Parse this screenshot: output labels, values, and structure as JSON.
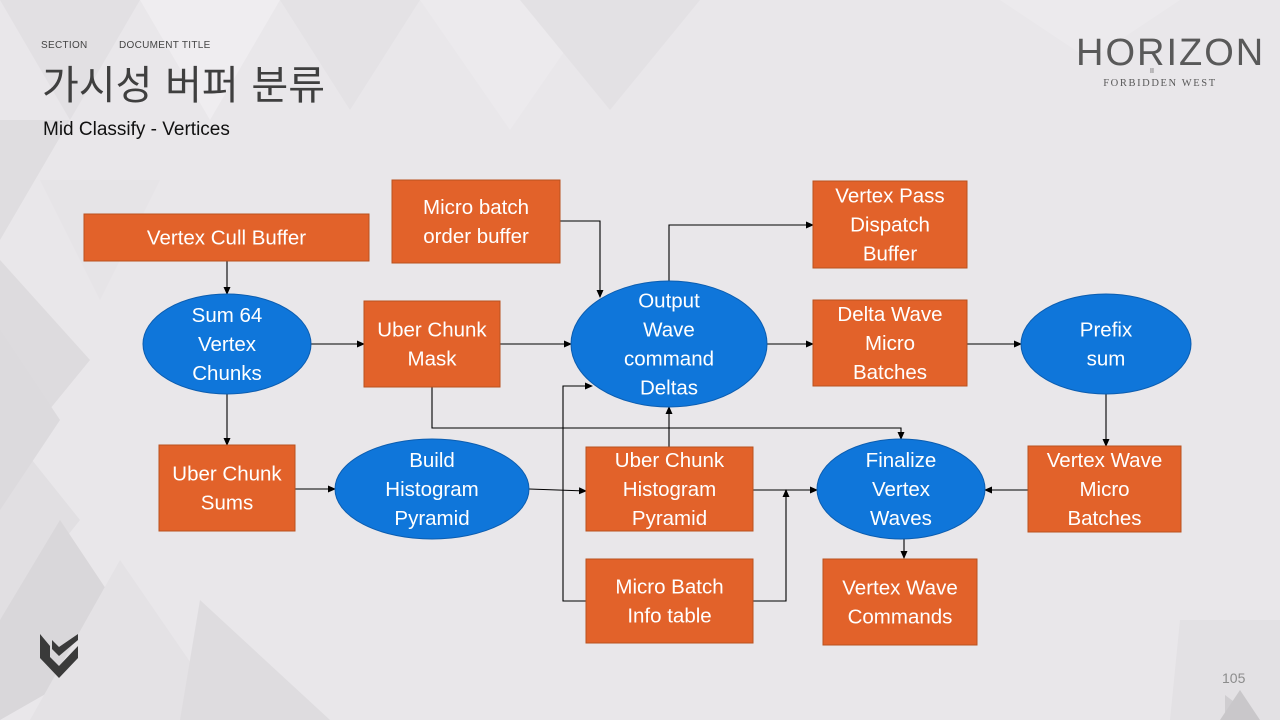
{
  "header": {
    "section": "SECTION",
    "document_title": "DOCUMENT  TITLE",
    "title": "가시성 버퍼 분류",
    "subtitle": "Mid Classify - Vertices"
  },
  "logo": {
    "name": "HORIZON",
    "edition": "II",
    "tagline": "FORBIDDEN WEST"
  },
  "page_number": "105",
  "colors": {
    "box": "#e2622a",
    "ellipse": "#0f76da",
    "text": "#ffffff",
    "arrow": "#000000"
  },
  "diagram": {
    "nodes": {
      "vertex_cull_buffer": [
        "Vertex Cull Buffer"
      ],
      "micro_batch_order_buffer": [
        "Micro batch",
        "order buffer"
      ],
      "vertex_pass_dispatch_buffer": [
        "Vertex Pass",
        "Dispatch",
        "Buffer"
      ],
      "sum64_vertex_chunks": [
        "Sum 64",
        "Vertex",
        "Chunks"
      ],
      "uber_chunk_mask": [
        "Uber Chunk",
        "Mask"
      ],
      "output_wave_command_deltas": [
        "Output",
        "Wave",
        "command",
        "Deltas"
      ],
      "delta_wave_micro_batches": [
        "Delta Wave",
        "Micro",
        "Batches"
      ],
      "prefix_sum": [
        "Prefix",
        "sum"
      ],
      "uber_chunk_sums": [
        "Uber Chunk",
        "Sums"
      ],
      "build_histogram_pyramid": [
        "Build",
        "Histogram",
        "Pyramid"
      ],
      "uber_chunk_histogram_pyramid": [
        "Uber Chunk",
        "Histogram",
        "Pyramid"
      ],
      "finalize_vertex_waves": [
        "Finalize",
        "Vertex",
        "Waves"
      ],
      "vertex_wave_micro_batches": [
        "Vertex Wave",
        "Micro",
        "Batches"
      ],
      "micro_batch_info_table": [
        "Micro Batch",
        "Info table"
      ],
      "vertex_wave_commands": [
        "Vertex Wave",
        "Commands"
      ]
    },
    "edges": [
      [
        "vertex_cull_buffer",
        "sum64_vertex_chunks"
      ],
      [
        "sum64_vertex_chunks",
        "uber_chunk_mask"
      ],
      [
        "sum64_vertex_chunks",
        "uber_chunk_sums"
      ],
      [
        "uber_chunk_mask",
        "output_wave_command_deltas"
      ],
      [
        "uber_chunk_mask",
        "finalize_vertex_waves"
      ],
      [
        "micro_batch_order_buffer",
        "output_wave_command_deltas"
      ],
      [
        "output_wave_command_deltas",
        "vertex_pass_dispatch_buffer"
      ],
      [
        "output_wave_command_deltas",
        "delta_wave_micro_batches"
      ],
      [
        "delta_wave_micro_batches",
        "prefix_sum"
      ],
      [
        "prefix_sum",
        "vertex_wave_micro_batches"
      ],
      [
        "vertex_wave_micro_batches",
        "finalize_vertex_waves"
      ],
      [
        "uber_chunk_sums",
        "build_histogram_pyramid"
      ],
      [
        "build_histogram_pyramid",
        "uber_chunk_histogram_pyramid"
      ],
      [
        "uber_chunk_histogram_pyramid",
        "output_wave_command_deltas"
      ],
      [
        "uber_chunk_histogram_pyramid",
        "finalize_vertex_waves"
      ],
      [
        "micro_batch_info_table",
        "output_wave_command_deltas"
      ],
      [
        "micro_batch_info_table",
        "finalize_vertex_waves"
      ],
      [
        "finalize_vertex_waves",
        "vertex_wave_commands"
      ]
    ]
  }
}
